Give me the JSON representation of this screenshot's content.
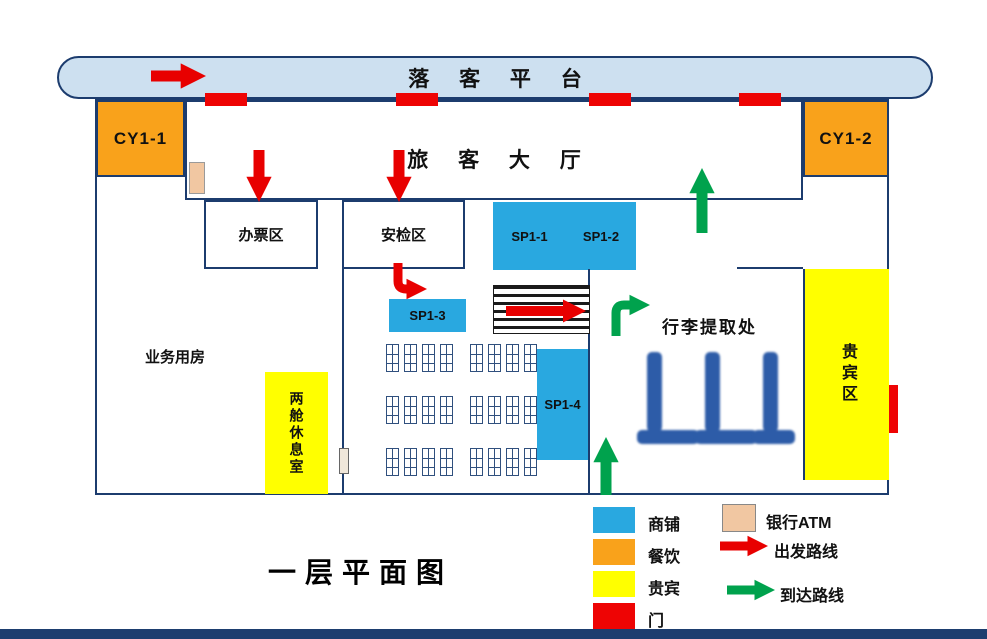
{
  "page": {
    "title": "一层平面图"
  },
  "platform": {
    "label": "落 客 平 台"
  },
  "hall": {
    "label": "旅 客 大 厅"
  },
  "rooms": {
    "cy11": "CY1-1",
    "cy12": "CY1-2",
    "ticketing": "办票区",
    "security": "安检区",
    "sp11": "SP1-1",
    "sp12": "SP1-2",
    "sp13": "SP1-3",
    "sp14": "SP1-4",
    "baggage_claim": "行李提取处",
    "business": "业务用房",
    "lounge": "两舱休息室",
    "vip": "贵宾区"
  },
  "legend": {
    "shop": "商铺",
    "dining": "餐饮",
    "vip": "贵宾",
    "door": "门",
    "atm": "银行ATM",
    "departure_route": "出发路线",
    "arrival_route": "到达路线"
  },
  "colors": {
    "shop_blue": "#29a8e0",
    "dining_orange": "#f9a21b",
    "vip_yellow": "#ffff00",
    "door_red": "#ee0404",
    "atm_tan": "#f1c7a2",
    "wall_navy": "#1c3c6e",
    "platform_blue": "#cde0f0",
    "carousel_blue": "#2d5ca8",
    "departure_red": "#e80000",
    "arrival_green": "#00a24d",
    "footer_navy": "#1d3e6f"
  }
}
